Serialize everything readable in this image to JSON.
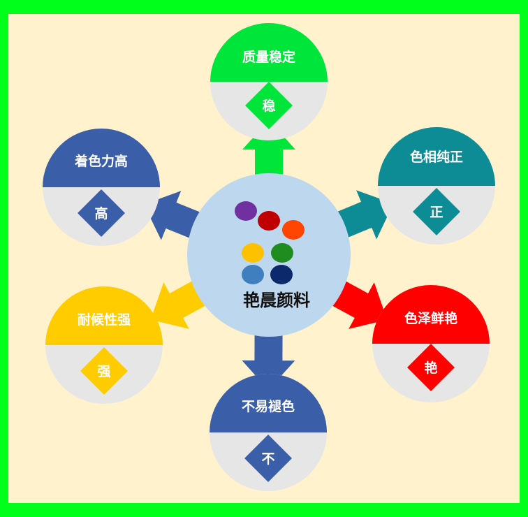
{
  "center": {
    "title": "艳晨颜料",
    "fill": "#bdd7ee",
    "dots": [
      "#7030a0",
      "#c00000",
      "#ff4500",
      "#ffc000",
      "#1e8c1e",
      "#3f7fbf",
      "#0c2a6b"
    ]
  },
  "nodes": [
    {
      "id": "stable",
      "title": "质量稳定",
      "char": "稳",
      "color": "#00e53a"
    },
    {
      "id": "pure",
      "title": "色相纯正",
      "char": "正",
      "color": "#0e8c95"
    },
    {
      "id": "bright",
      "title": "色泽鲜艳",
      "char": "艳",
      "color": "#ff0000"
    },
    {
      "id": "nofade",
      "title": "不易褪色",
      "char": "不",
      "color": "#3a5ea8"
    },
    {
      "id": "weather",
      "title": "耐候性强",
      "char": "强",
      "color": "#ffcc00"
    },
    {
      "id": "tinting",
      "title": "着色力高",
      "char": "高",
      "color": "#3a5ea8"
    }
  ],
  "colors": {
    "frame": "#00ff1a",
    "background": "#fff2cc",
    "node_bottom": "#e6e6e6"
  }
}
